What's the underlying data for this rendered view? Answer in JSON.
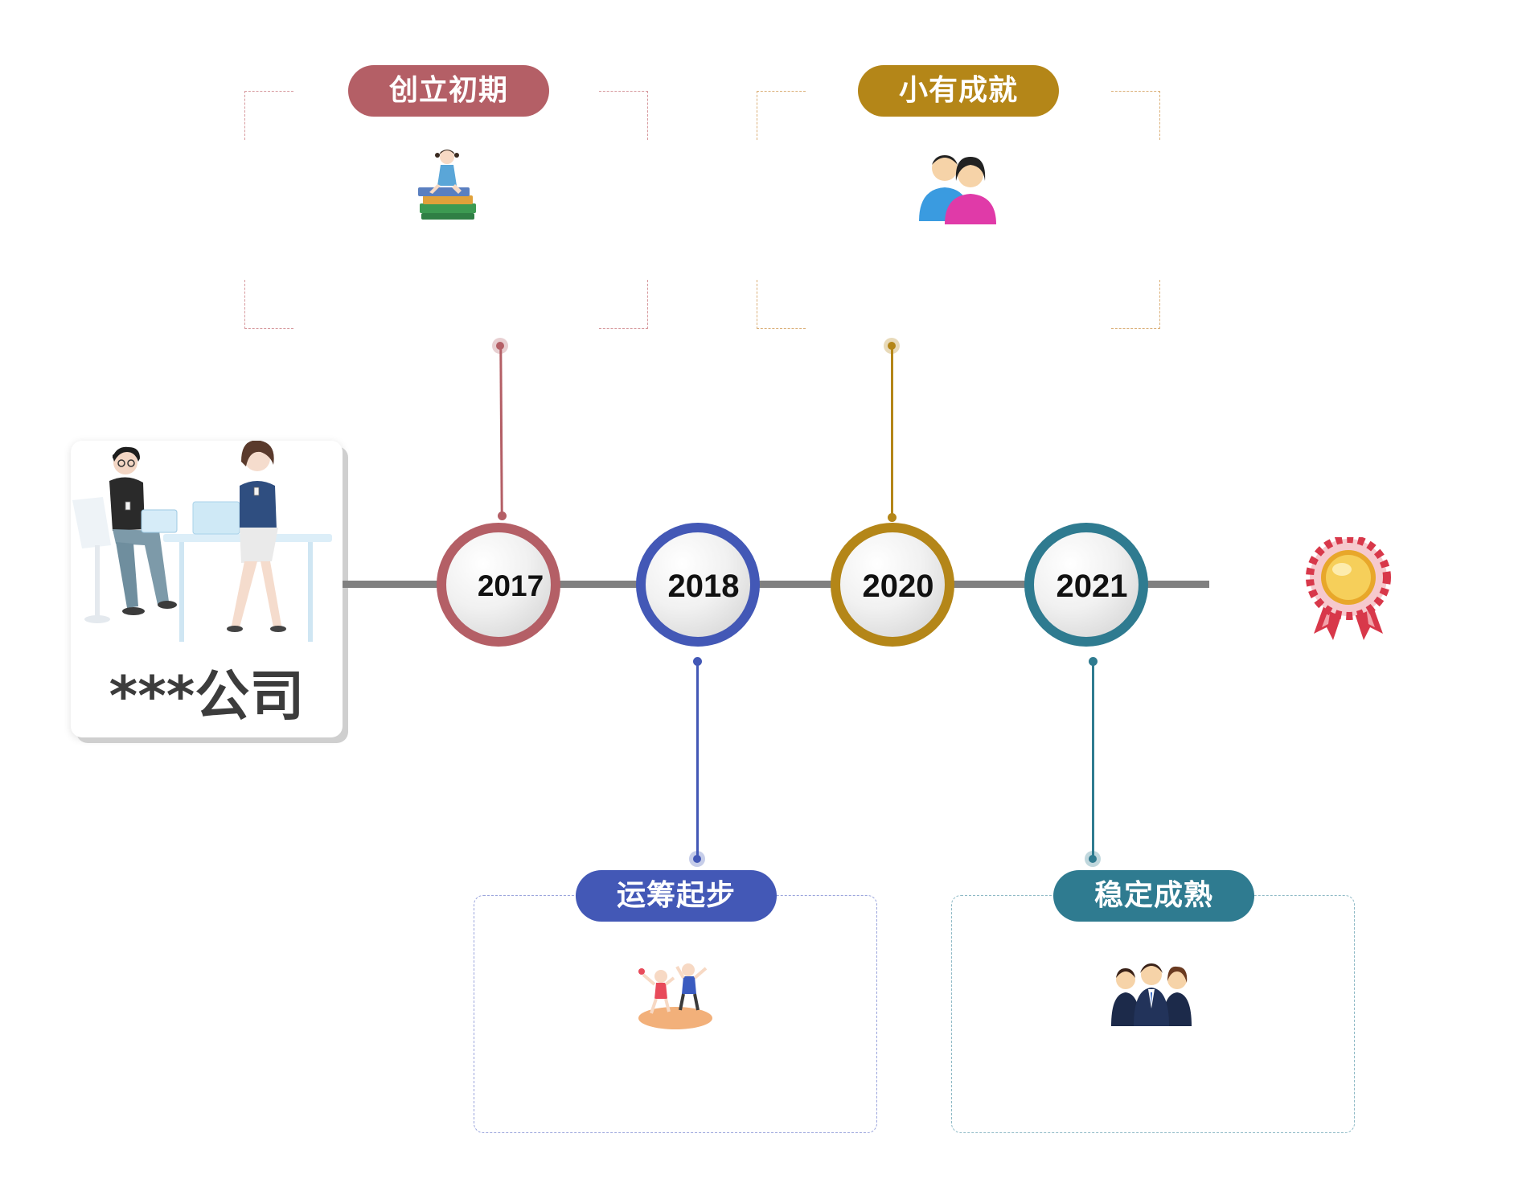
{
  "company": {
    "name": "***公司"
  },
  "timeline": {
    "line_color": "#808080",
    "nodes": [
      {
        "year": "2017",
        "color": "#b45f66"
      },
      {
        "year": "2018",
        "color": "#4358b6"
      },
      {
        "year": "2020",
        "color": "#b48618"
      },
      {
        "year": "2021",
        "color": "#2f7b90"
      }
    ]
  },
  "stages": [
    {
      "title": "创立初期",
      "year": "2017",
      "color": "#b45f66",
      "icon": "girl-on-books-icon",
      "description": ""
    },
    {
      "title": "运筹起步",
      "year": "2018",
      "color": "#4358b6",
      "icon": "kids-jumping-icon",
      "description": ""
    },
    {
      "title": "小有成就",
      "year": "2020",
      "color": "#b48618",
      "icon": "couple-users-icon",
      "description": ""
    },
    {
      "title": "稳定成熟",
      "year": "2021",
      "color": "#2f7b90",
      "icon": "business-team-icon",
      "description": ""
    }
  ],
  "end_icon": "award-medal-icon"
}
